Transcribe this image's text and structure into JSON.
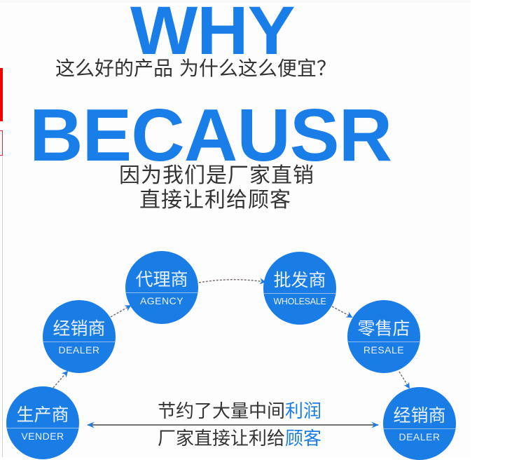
{
  "headline": {
    "why": "WHY",
    "question": "这么好的产品 为什么这么便宜？",
    "because": "BECAUSR",
    "reason_line1": "因为我们是厂家直销",
    "reason_line2": "直接让利给顾客"
  },
  "colors": {
    "brand_blue": "#1a7ee8",
    "circle_blue": "#1a7de6",
    "text_dark": "#333333",
    "accent_red": "#f10000"
  },
  "nodes": [
    {
      "id": "vender",
      "cn": "生产商",
      "en": "VENDER"
    },
    {
      "id": "dealer-left",
      "cn": "经销商",
      "en": "DEALER"
    },
    {
      "id": "agency",
      "cn": "代理商",
      "en": "AGENCY"
    },
    {
      "id": "wholesale",
      "cn": "批发商",
      "en": "WHOLESALE"
    },
    {
      "id": "resale",
      "cn": "零售店",
      "en": "RESALE"
    },
    {
      "id": "dealer-right",
      "cn": "经销商",
      "en": "DEALER"
    }
  ],
  "bottom": {
    "line1_plain": "节约了大量中间",
    "line1_highlight": "利润",
    "line2_plain": "厂家直接让利给",
    "line2_highlight": "顾客"
  }
}
